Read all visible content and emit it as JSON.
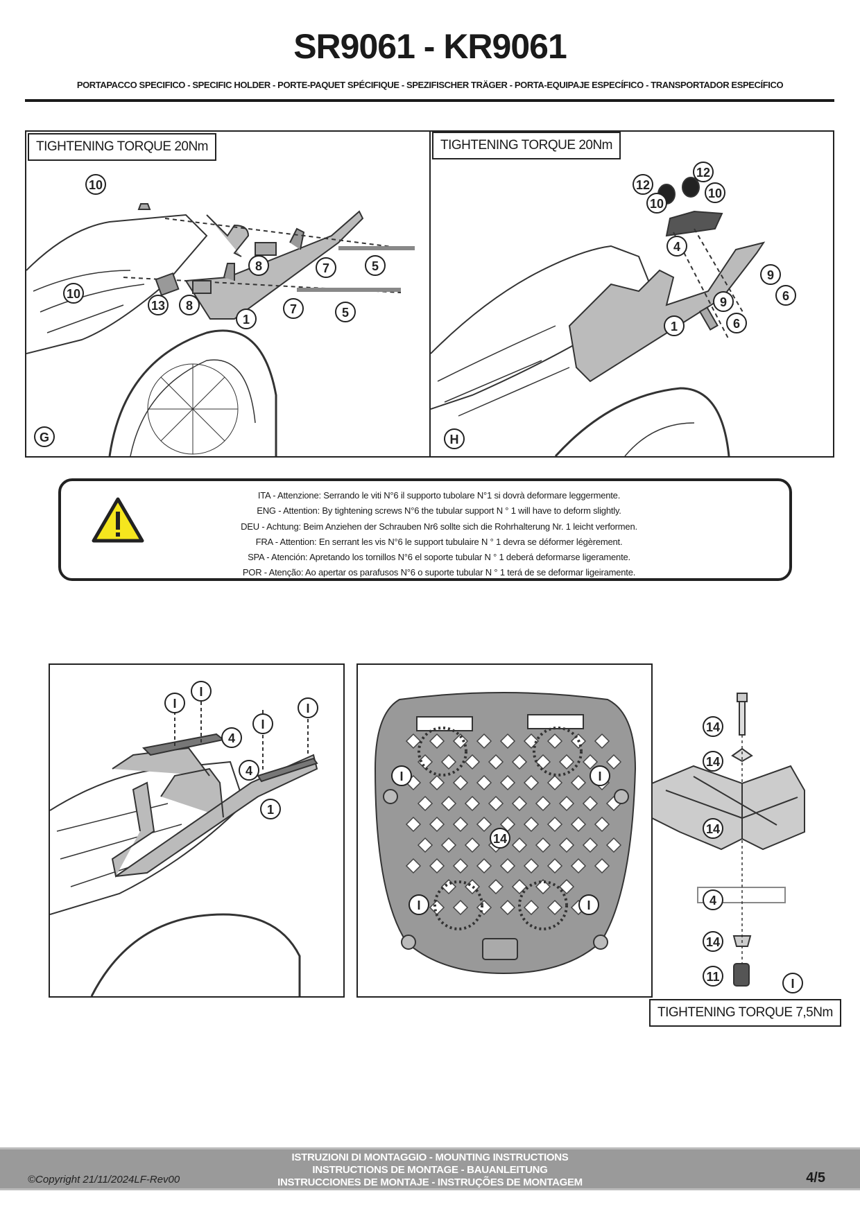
{
  "header": {
    "title": "SR9061 - KR9061",
    "subtitle": "PORTAPACCO SPECIFICO - SPECIFIC HOLDER - PORTE-PAQUET SPÉCIFIQUE - SPEZIFISCHER TRÄGER - PORTA-EQUIPAJE ESPECÍFICO - TRANSPORTADOR ESPECÍFICO"
  },
  "panels": {
    "g": {
      "torque": "TIGHTENING TORQUE 20Nm",
      "step": "G",
      "callouts": [
        "10",
        "10",
        "13",
        "8",
        "8",
        "7",
        "7",
        "5",
        "5",
        "1"
      ]
    },
    "h": {
      "torque": "TIGHTENING TORQUE 20Nm",
      "step": "H",
      "callouts": [
        "12",
        "12",
        "10",
        "10",
        "4",
        "9",
        "9",
        "6",
        "6",
        "1"
      ]
    },
    "i1": {
      "callouts": [
        "I",
        "I",
        "I",
        "I",
        "4",
        "4",
        "1"
      ]
    },
    "i2": {
      "callouts": [
        "I",
        "I",
        "I",
        "I",
        "14"
      ]
    },
    "i3": {
      "callouts": [
        "14",
        "14",
        "14",
        "4",
        "14",
        "11",
        "I"
      ],
      "torque": "TIGHTENING TORQUE 7,5Nm"
    }
  },
  "warning": {
    "icon": "warning-triangle-icon",
    "color": "#f5e61e",
    "lines": [
      "ITA - Attenzione: Serrando le viti N°6 il supporto tubolare N°1 si dovrà deformare leggermente.",
      "ENG - Attention: By tightening screws N°6 the tubular support N ° 1 will have to deform slightly.",
      "DEU - Achtung: Beim Anziehen der Schrauben Nr6 sollte sich die Rohrhalterung Nr. 1 leicht verformen.",
      "FRA - Attention: En serrant les vis N°6 le support tubulaire N ° 1 devra se déformer légèrement.",
      "SPA - Atención: Apretando los tornillos N°6 el soporte tubular N ° 1 deberá deformarse ligeramente.",
      "POR - Atenção: Ao apertar os parafusos N°6 o suporte tubular N ° 1 terá de se deformar ligeiramente."
    ]
  },
  "footer": {
    "copyright": "©Copyright 21/11/2024LF-Rev00",
    "lines": [
      "ISTRUZIONI DI MONTAGGIO  -  MOUNTING INSTRUCTIONS",
      "INSTRUCTIONS DE MONTAGE - BAUANLEITUNG",
      "INSTRUCCIONES DE MONTAJE - INSTRUÇÕES DE MONTAGEM"
    ],
    "page": "4/5"
  }
}
